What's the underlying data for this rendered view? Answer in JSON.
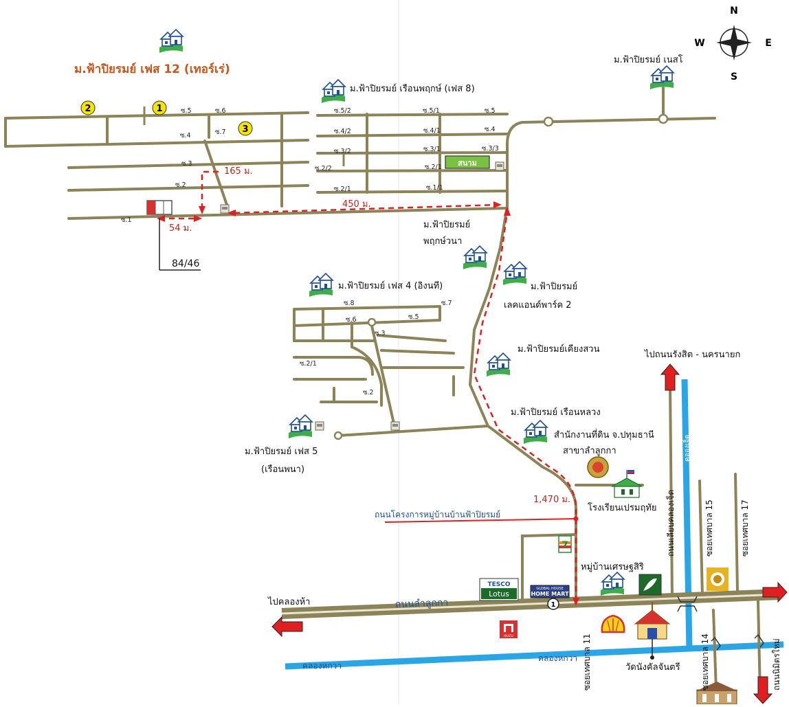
{
  "compass": {
    "n": "N",
    "s": "S",
    "e": "E",
    "w": "W"
  },
  "title": "ม.ฟ้าปิยรมย์ เฟส 12 (เทอร์เร่)",
  "markers": {
    "m1": "1",
    "m2": "2",
    "m3": "3"
  },
  "villages": {
    "nesli": "ม.ฟ้าปิยรมย์ เนสโ",
    "phase8": "ม.ฟ้าปิยรมย์ เรือนพฤกษ์ (เฟส 8)",
    "pruekwana_1": "ม.ฟ้าปิยรมย์",
    "pruekwana_2": "พฤกษ์วนา",
    "lakeland_1": "ม.ฟ้าปิยรมย์",
    "lakeland_2": "เลคแอนด์พาร์ค 2",
    "phase4": "ม.ฟ้าปิยรมย์ เฟส 4 (อิงนที)",
    "kiangsuan": "ม.ฟ้าปิยรมย์เคียงสวน",
    "ruenluang": "ม.ฟ้าปิยรมย์ เรือนหลวง",
    "phase5_1": "ม.ฟ้าปิยรมย์ เฟส 5",
    "phase5_2": "(เรือนพนา)",
    "setthasiri": "หมู่บ้านเศรษฐสิริ"
  },
  "soi_phase12": {
    "s1": "ซ.1",
    "s2": "ซ.2",
    "s3": "ซ.3",
    "s4": "ซ.4",
    "s5": "ซ.5",
    "s6": "ซ.6",
    "s7": "ซ.7"
  },
  "soi_phase8": {
    "s52": "ซ.5/2",
    "s51": "ซ.5/1",
    "s5": "ซ.5",
    "s42": "ซ.4/2",
    "s41": "ซ.4/1",
    "s4": "ซ.4",
    "s32": "ซ.3/2",
    "s31": "ซ.3/1",
    "s33": "ซ.3/3",
    "s22": "ซ.2/2",
    "s21": "ซ.2/1",
    "s12": "ซ.2/1",
    "s11": "ซ.1/1"
  },
  "soi_phase4": {
    "s8": "ซ.8",
    "s7": "ซ.7",
    "s6": "ซ.6",
    "s5": "ซ.5",
    "s3": "ซ.3",
    "s21": "ซ.2/1",
    "s2": "ซ.2"
  },
  "field_label": "สนาม",
  "distances": {
    "d165": "165 ม.",
    "d450": "450 ม.",
    "d54": "54 ม.",
    "d1470": "1,470 ม."
  },
  "house_no": "84/46",
  "project_road": "ถนนโครงการหมู่บ้านบ้านฟ้าปิยรมย์",
  "land_office_1": "สำนักงานที่ดิน จ.ปทุมธานี",
  "land_office_2": "สาขาลำลูกกา",
  "school": "โรงเรียนเปรมฤทัย",
  "to_rangsit": "ไปถนนรังสิต - นครนายก",
  "canal_jed": "คลองเจ็ด",
  "road_jed": "ถนนเลียบคลองเจ็ด",
  "soi15": "ซอยเทศบาล 15",
  "soi17": "ซอยเทศบาล 17",
  "soi11": "ซอยเทศบาล 11",
  "soi14": "ซอยเทศบาล 14",
  "nimit_mai": "ถนนนิมิตรใหม่",
  "to_khlong_ha": "ไปคลองห้า",
  "lamlukka_road": "ถนนลำลูกกา",
  "khlong_hok_wa_1": "คลองหกวา",
  "khlong_hok_wa_2": "คลองหกวา",
  "temple": "วัดนังคัลจันตรี",
  "route_number": "1",
  "brands": {
    "tesco_top": "TESCO",
    "tesco_bottom": "Lotus",
    "homemart_top": "GLOBAL HOUSE",
    "homemart": "HOME MART",
    "seven": "7",
    "isuzu": "ISUZU"
  },
  "colors": {
    "road": "#8c8458",
    "route": "#e02020",
    "canal": "#2aa6e6",
    "title": "#c8561c",
    "marker": "#f4e400",
    "field": "#7ac143"
  }
}
